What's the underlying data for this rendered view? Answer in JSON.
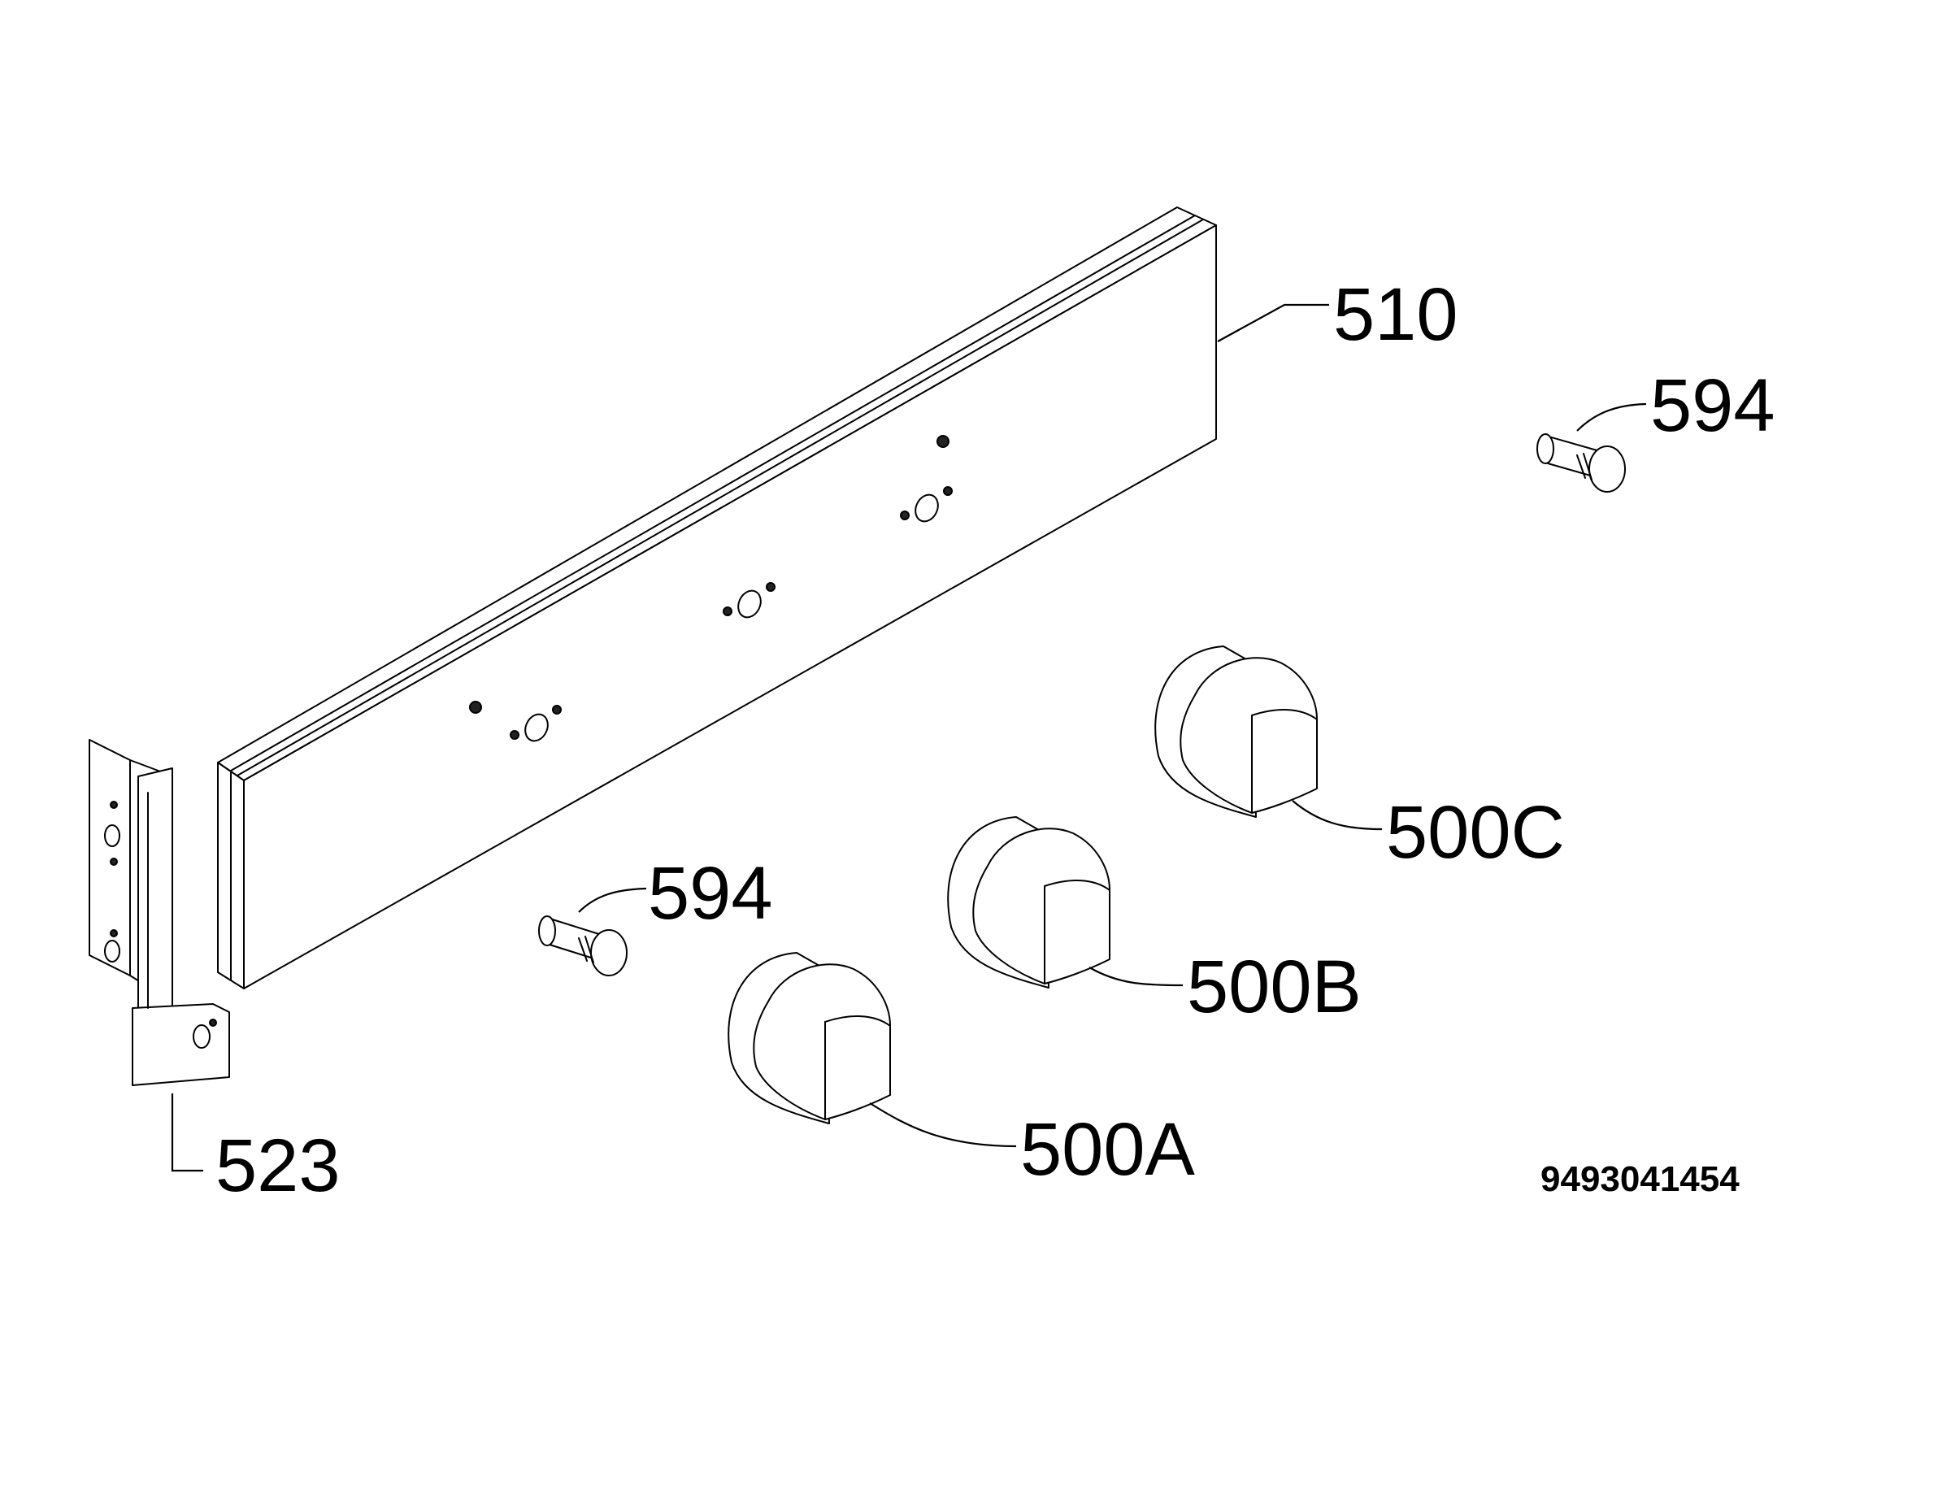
{
  "callouts": {
    "panel": "510",
    "screw_right": "594",
    "screw_left": "594",
    "knob_c": "500C",
    "knob_b": "500B",
    "knob_a": "500A",
    "bracket": "523"
  },
  "drawing_code": "9493041454"
}
